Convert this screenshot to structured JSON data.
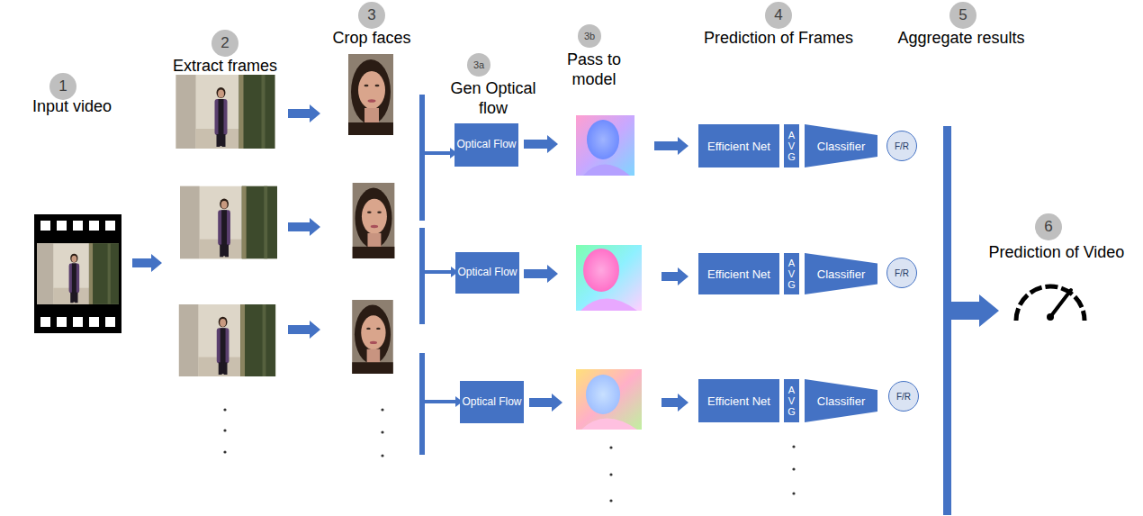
{
  "diagram": {
    "nodes": [
      {
        "text": [
          "Optical Flow"
        ]
      },
      {
        "text": [
          "Efficient Net"
        ]
      },
      {
        "text": [
          "AVG"
        ]
      },
      {
        "text": [
          "Classifier"
        ]
      },
      {
        "text": [
          "F/R"
        ]
      },
      {
        "text": [
          "Optical Flow"
        ]
      },
      {
        "text": [
          "Efficient Net"
        ]
      },
      {
        "text": [
          "AVG"
        ]
      },
      {
        "text": [
          "Classifier"
        ]
      },
      {
        "text": [
          "F/R"
        ]
      },
      {
        "text": [
          "Optical Flow"
        ]
      },
      {
        "text": [
          "Efficient Net"
        ]
      },
      {
        "text": [
          "AVG"
        ]
      },
      {
        "text": [
          "Classifier"
        ]
      },
      {
        "text": [
          "F/R"
        ]
      }
    ],
    "labels": [
      "1",
      "Input video",
      "2",
      "Extract frames",
      "3",
      "Crop faces",
      "3a",
      "Gen Optical flow",
      "3b",
      "Pass to model",
      "4",
      "Prediction of Frames",
      "5",
      "Aggregate results",
      "6",
      "Prediction of Video"
    ]
  }
}
